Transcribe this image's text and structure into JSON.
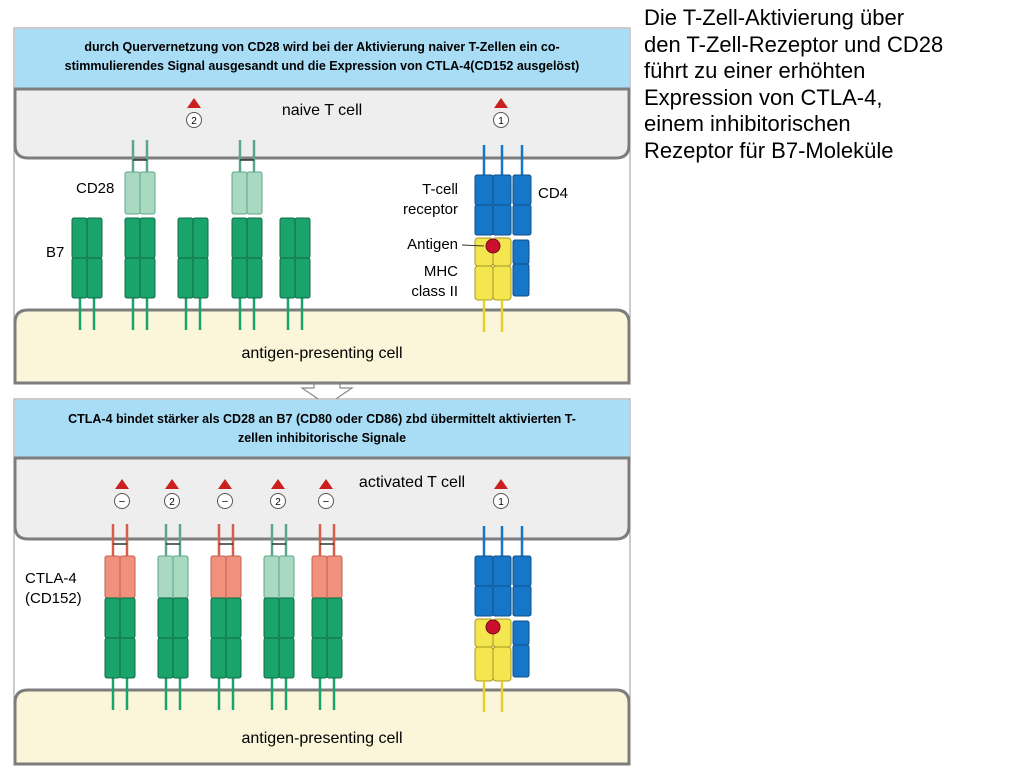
{
  "description_lines": [
    "Die T-Zell-Aktivierung über",
    "den T-Zell-Rezeptor und CD28",
    "führt zu einer erhöhten",
    "Expression von CTLA-4,",
    "einem inhibitorischen",
    "Rezeptor für B7-Moleküle"
  ],
  "panel_top": {
    "header_lines": [
      "durch Quervernetzung von CD28 wird bei der Aktivierung naiver T-Zellen ein co-",
      "stimmulierendes Signal ausgesandt und die Expression von CTLA-4(CD152 ausgelöst)"
    ],
    "t_cell_label": "naive T cell",
    "apc_label": "antigen-presenting cell",
    "cd28_label": "CD28",
    "b7_label": "B7",
    "tcr_label_lines": [
      "T-cell",
      "receptor"
    ],
    "cd4_label": "CD4",
    "antigen_label": "Antigen",
    "mhc_label_lines": [
      "MHC",
      "class II"
    ],
    "signal_badges": [
      "2",
      "1"
    ]
  },
  "panel_bottom": {
    "header_lines": [
      "CTLA-4 bindet stärker als CD28 an B7 (CD80 oder CD86) zbd übermittelt aktivierten T-",
      "zellen inhibitorische Signale"
    ],
    "t_cell_label": "activated T cell",
    "apc_label": "antigen-presenting cell",
    "ctla4_label_lines": [
      "CTLA-4",
      "(CD152)"
    ],
    "signal_badges": [
      "−",
      "2",
      "−",
      "2",
      "−",
      "1"
    ]
  },
  "colors": {
    "header_bg": "#a9ddf5",
    "t_cell_membrane": "#eeeeee",
    "apc_fill": "#fbf6d9",
    "membrane_edge": "#7d7d7d",
    "b7_green": "#1aa36a",
    "cd28_light_green": "#a9d9c1",
    "ctla4_salmon": "#f0907d",
    "tcr_blue": "#1677c9",
    "mhc_yellow": "#f4e64e",
    "antigen_red": "#c8102e",
    "arrow_red": "#cc1f1f"
  }
}
